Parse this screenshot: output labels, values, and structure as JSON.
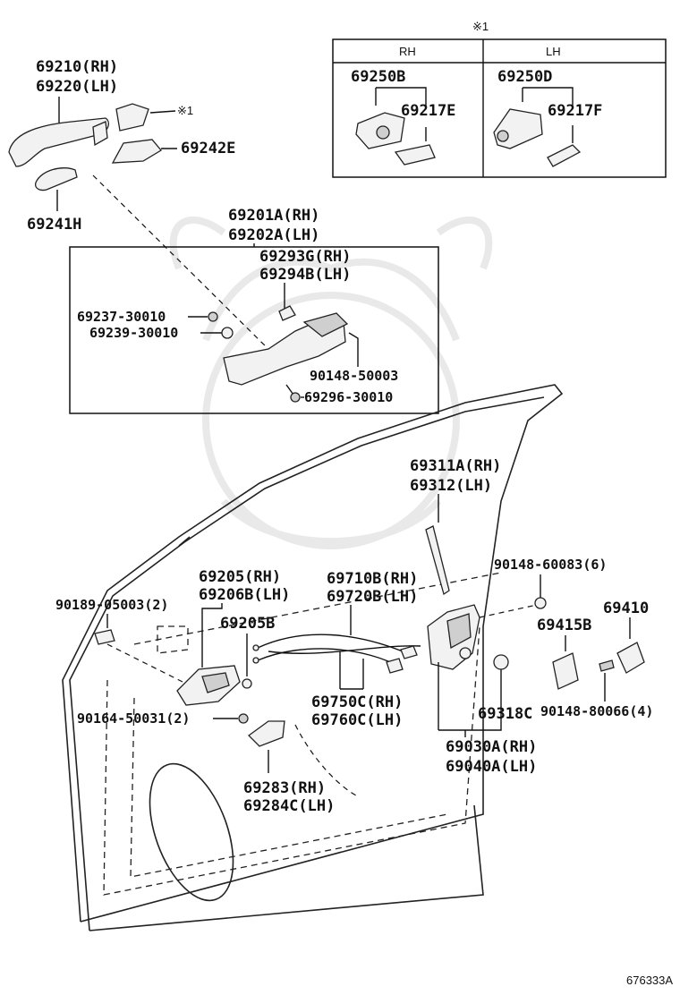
{
  "labels": {
    "p69210": "69210(RH)",
    "p69220": "69220(LH)",
    "ref_a": "※1",
    "p69242e": "69242E",
    "p69241h": "69241H",
    "p69201a": "69201A(RH)",
    "p69202a": "69202A(LH)",
    "p69293g": "69293G(RH)",
    "p69294b": "69294B(LH)",
    "p69237": "69237-30010",
    "p69239": "69239-30010",
    "p90148_50003": "90148-50003",
    "p69296": "69296-30010",
    "p69311a": "69311A(RH)",
    "p69312": "69312(LH)",
    "p90148_60083": "90148-60083(6)",
    "p69410": "69410",
    "p69415b": "69415B",
    "p90148_80066": "90148-80066(4)",
    "p90189": "90189-05003(2)",
    "p69205": "69205(RH)",
    "p69206b": "69206B(LH)",
    "p69205b": "69205B",
    "p69710b": "69710B(RH)",
    "p69720b": "69720B(LH)",
    "p69750c": "69750C(RH)",
    "p69760c": "69760C(LH)",
    "p69318c": "69318C",
    "p90164": "90164-50031(2)",
    "p69030a": "69030A(RH)",
    "p69040a": "69040A(LH)",
    "p69283": "69283(RH)",
    "p69284c": "69284C(LH)"
  },
  "inset": {
    "ref": "※1",
    "col_rh": "RH",
    "col_lh": "LH",
    "rh_main": "69250B",
    "rh_sub": "69217E",
    "lh_main": "69250D",
    "lh_sub": "69217F"
  },
  "diagram_id": "676333A"
}
